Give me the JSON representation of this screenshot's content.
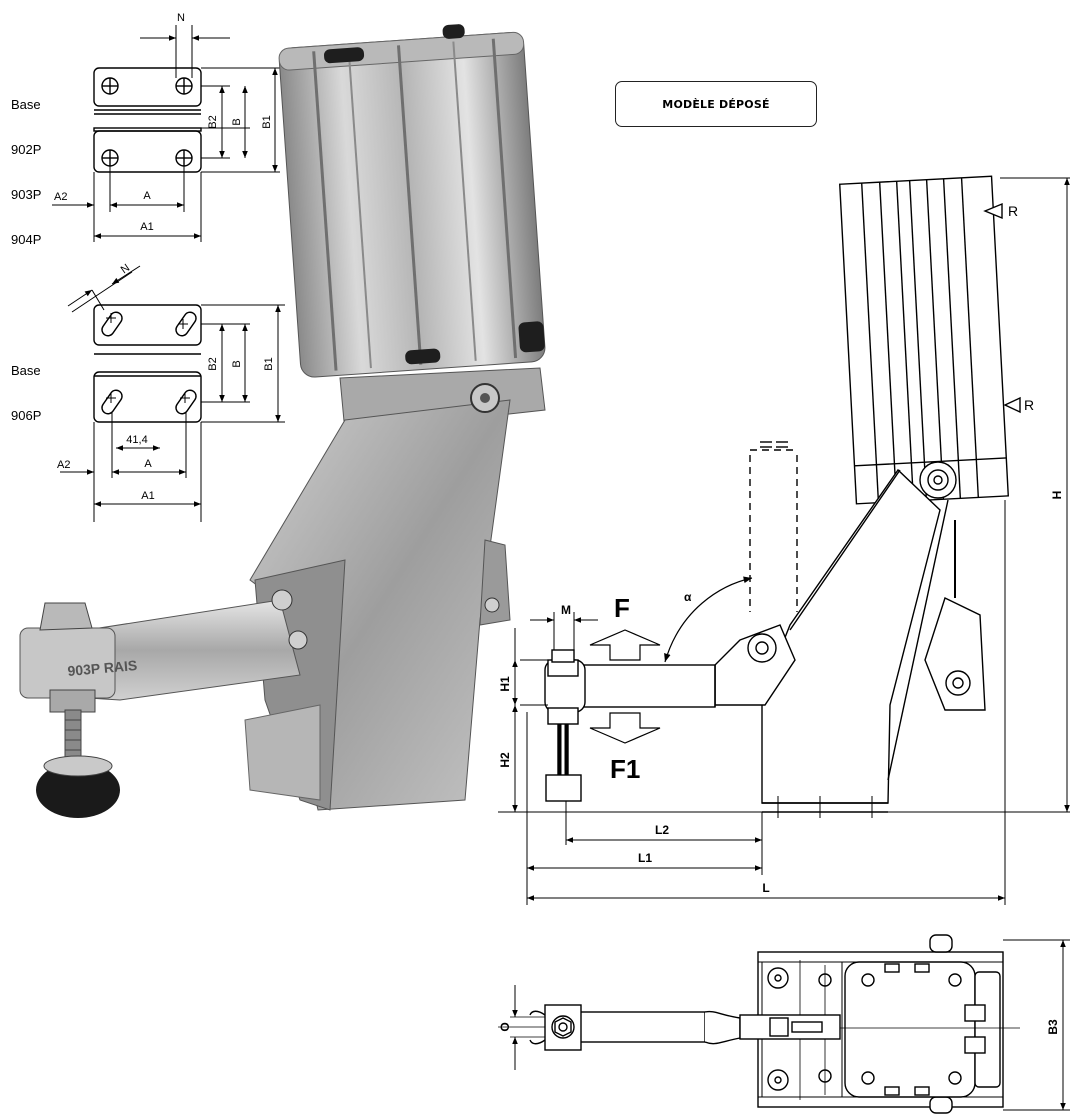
{
  "badge": "MODÈLE DÉPOSÉ",
  "base_group_1": {
    "title": "Base",
    "models": [
      "902P",
      "903P",
      "904P"
    ]
  },
  "base_group_2": {
    "title": "Base",
    "models": [
      "906P"
    ]
  },
  "top_dims": {
    "N": "N",
    "A": "A",
    "A1": "A1",
    "A2": "A2",
    "B": "B",
    "B1": "B1",
    "B2": "B2"
  },
  "slot_dims": {
    "N": "N",
    "A": "A",
    "A1": "A1",
    "A2": "A2",
    "B": "B",
    "B1": "B1",
    "B2": "B2",
    "spacing": "41,4"
  },
  "side_view": {
    "F": "F",
    "F1": "F1",
    "M": "M",
    "H": "H",
    "H1": "H1",
    "H2": "H2",
    "L": "L",
    "L1": "L1",
    "L2": "L2",
    "alpha": "α",
    "R_top": "R",
    "R_bottom": "R"
  },
  "plan_view": {
    "O": "O",
    "B3": "B3"
  },
  "photo": {
    "engraving": "903P RAIS"
  }
}
